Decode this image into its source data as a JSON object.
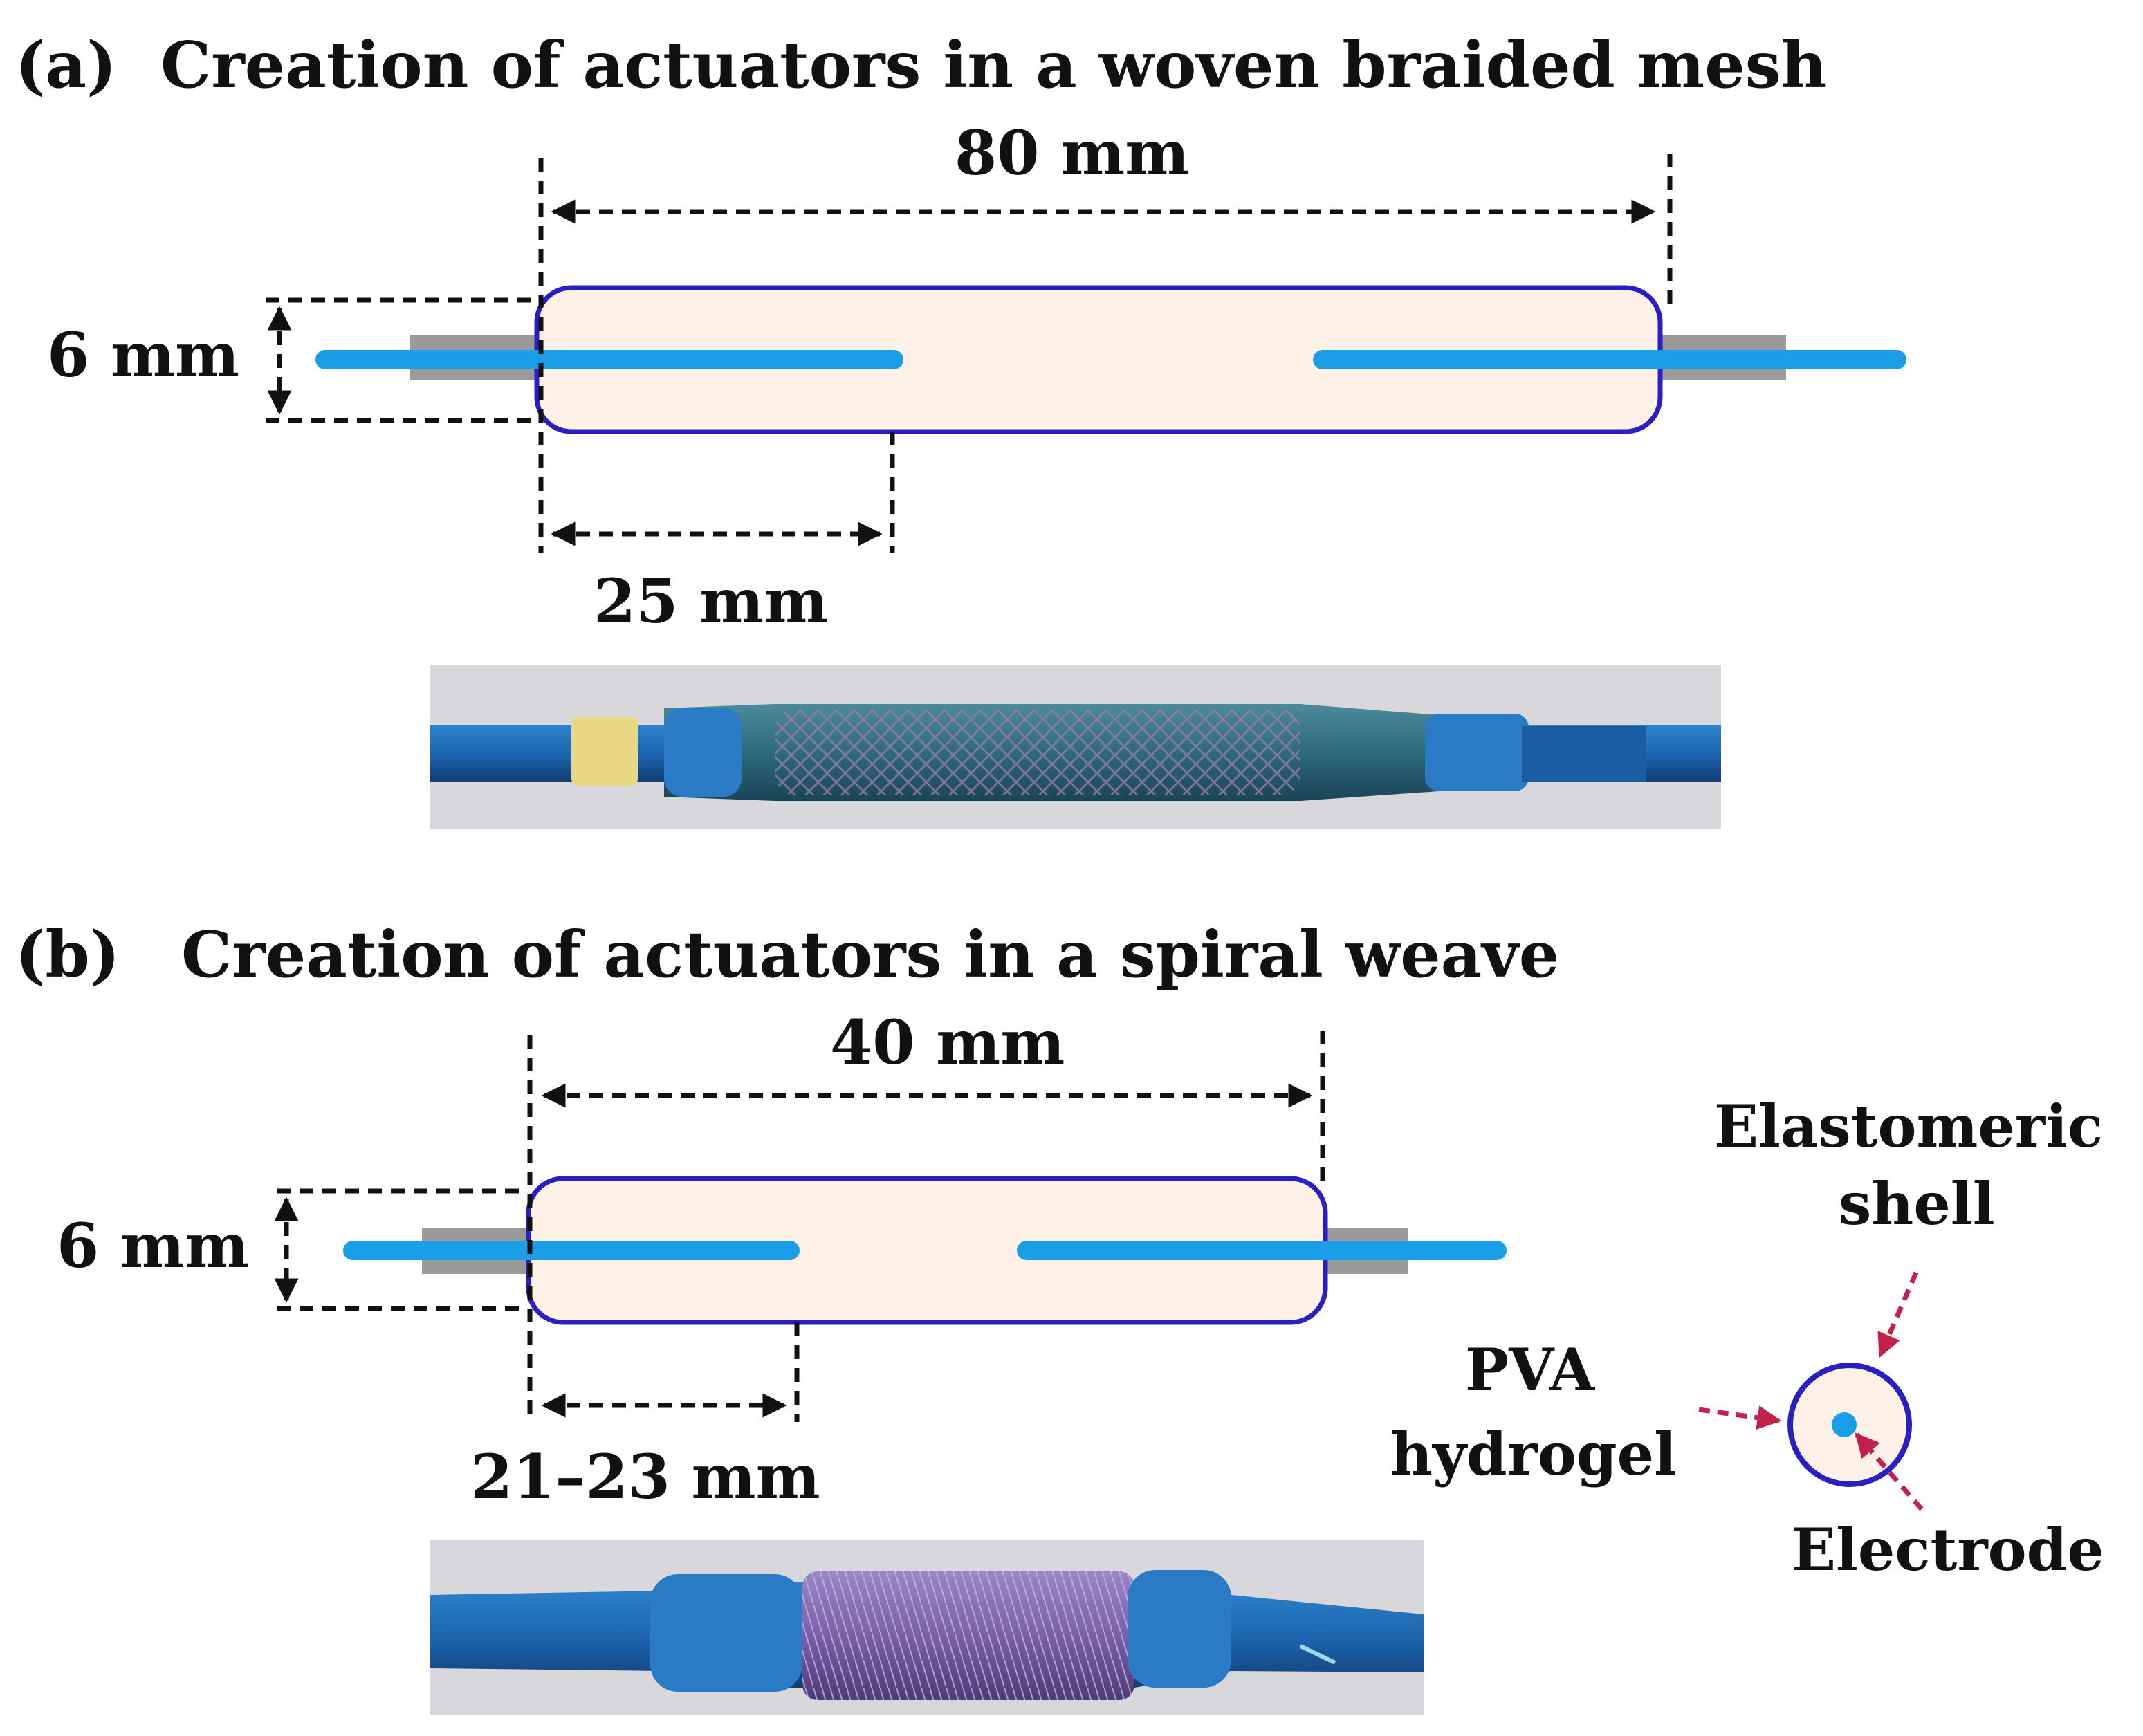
{
  "panel_a": {
    "label": "(a)",
    "title": "Creation of actuators in a woven braided mesh",
    "length_label": "80 mm",
    "diameter_label": "6 mm",
    "electrode_label": "25 mm"
  },
  "panel_b": {
    "label": "(b)",
    "title": "Creation of actuators in a spiral weave",
    "length_label": "40 mm",
    "diameter_label": "6 mm",
    "electrode_label": "21–23 mm"
  },
  "cross_section": {
    "shell_label_line1": "Elastomeric",
    "shell_label_line2": "shell",
    "hydrogel_label_line1": "PVA",
    "hydrogel_label_line2": "hydrogel",
    "electrode_label": "Electrode"
  },
  "colors": {
    "shell_outline": "#2a1fc4",
    "shell_fill": "#fdf1e8",
    "electrode": "#1a9ee8",
    "lead_sleeve": "#9a9a9a",
    "dimension_line": "#111111",
    "callout_arrow": "#c4204c",
    "photo_background": "#d8d8dc",
    "tube_blue": "#1f6fb8",
    "mesh_purple": "#7a5fa8"
  }
}
